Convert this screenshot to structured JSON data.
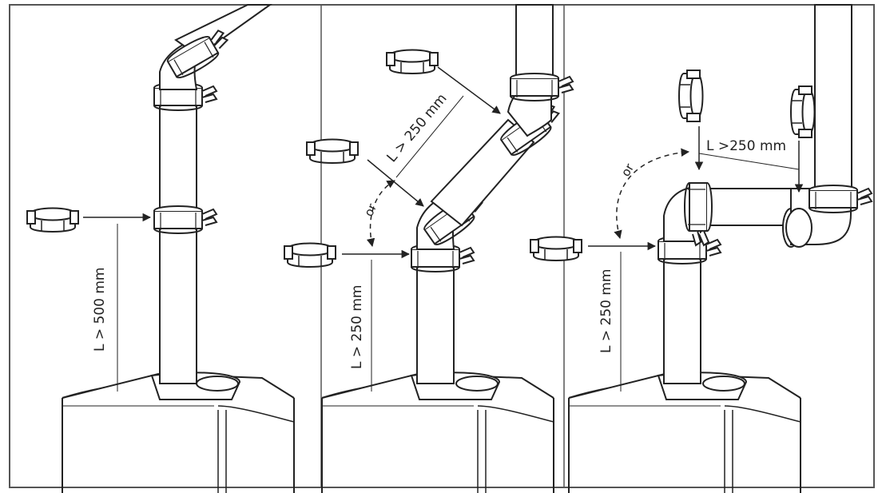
{
  "diagram": {
    "labels": {
      "fig1_length": "L > 500 mm",
      "fig2_length_diagonal": "L > 250 mm",
      "fig2_length_vertical": "L > 250 mm",
      "fig2_or": "or",
      "fig3_length_horizontal": "L >250 mm",
      "fig3_length_vertical": "L > 250 mm",
      "fig3_or": "or"
    },
    "colors": {
      "line": "#222222",
      "fill": "#ffffff",
      "frame": "#555555"
    }
  }
}
